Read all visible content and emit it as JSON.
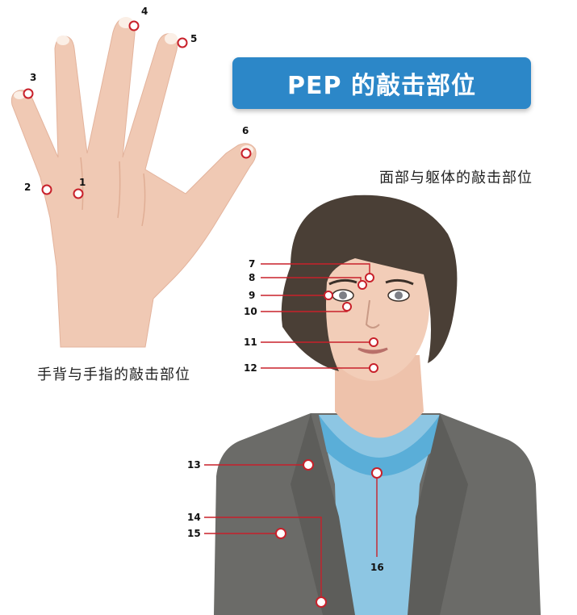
{
  "title": "PEP 的敲击部位",
  "face_caption": "面部与躯体的敲击部位",
  "hand_caption": "手背与手指的敲击部位",
  "colors": {
    "banner": "#2c87c8",
    "marker": "#c8202a",
    "skin": "#f0c9b4",
    "hair": "#4a3f36",
    "jacket": "#6b6b68",
    "shirt": "#8dc6e3"
  },
  "points": {
    "p1": "1",
    "p2": "2",
    "p3": "3",
    "p4": "4",
    "p5": "5",
    "p6": "6",
    "p7": "7",
    "p8": "8",
    "p9": "9",
    "p10": "10",
    "p11": "11",
    "p12": "12",
    "p13": "13",
    "p14": "14",
    "p15": "15",
    "p16": "16"
  }
}
